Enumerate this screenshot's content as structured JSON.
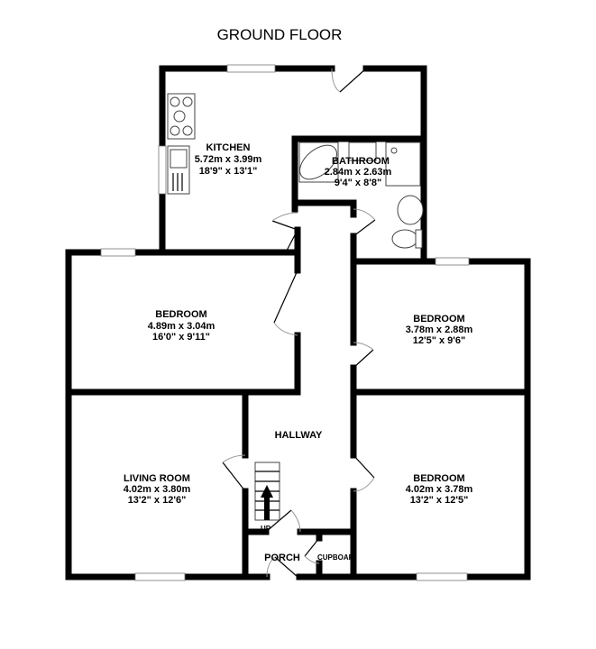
{
  "title": "GROUND FLOOR",
  "rooms": {
    "kitchen": {
      "name": "KITCHEN",
      "metric": "5.72m  x 3.99m",
      "imperial": "18'9\"  x 13'1\""
    },
    "bathroom": {
      "name": "BATHROOM",
      "metric": "2.84m  x 2.63m",
      "imperial": "9'4\"  x 8'8\""
    },
    "bedroom_left": {
      "name": "BEDROOM",
      "metric": "4.89m  x 3.04m",
      "imperial": "16'0\"  x 9'11\""
    },
    "bedroom_right_upper": {
      "name": "BEDROOM",
      "metric": "3.78m  x 2.88m",
      "imperial": "12'5\"  x 9'6\""
    },
    "hallway": {
      "name": "HALLWAY"
    },
    "living_room": {
      "name": "LIVING ROOM",
      "metric": "4.02m  x 3.80m",
      "imperial": "13'2\"  x 12'6\""
    },
    "bedroom_right_lower": {
      "name": "BEDROOM",
      "metric": "4.02m  x 3.78m",
      "imperial": "13'2\"  x 12'5\""
    },
    "porch": {
      "name": "PORCH"
    },
    "cupboard": {
      "name": "CUPBOAR"
    },
    "stairs": {
      "label": "UP"
    }
  }
}
